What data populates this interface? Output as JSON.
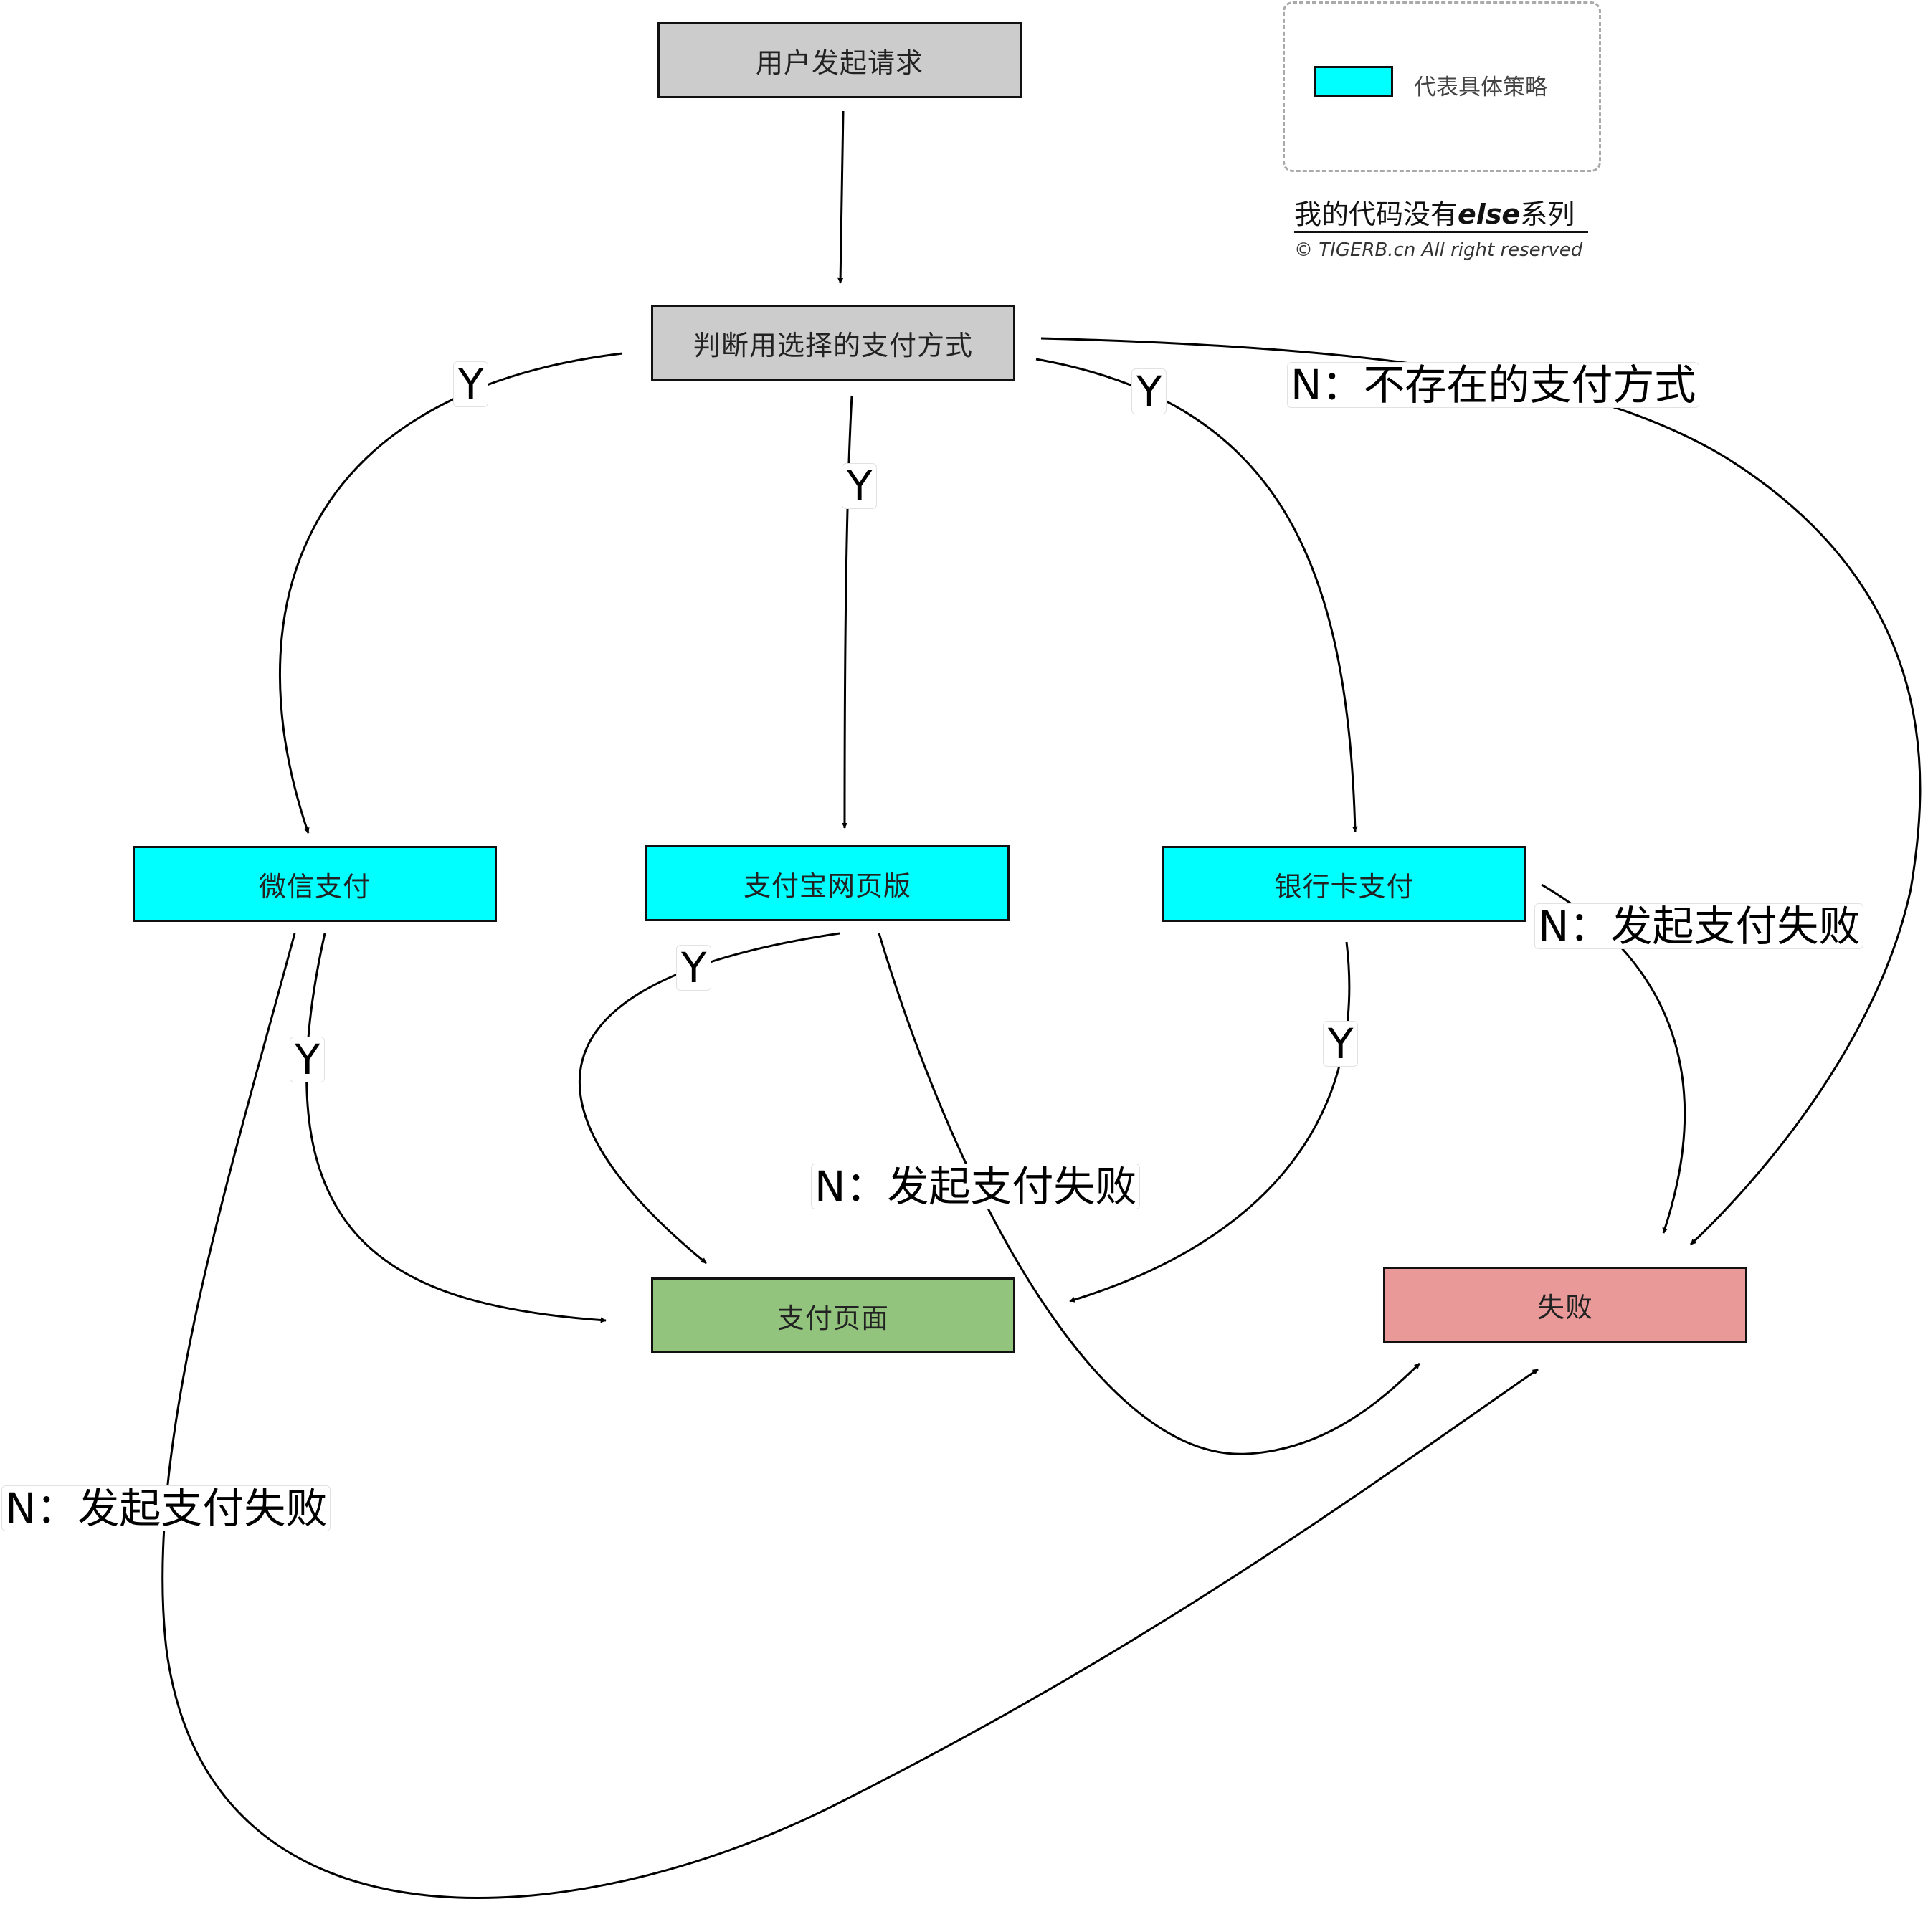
{
  "colors": {
    "process": "#cccccc",
    "strategy": "#00ffff",
    "success": "#93c47d",
    "failure": "#ea9999",
    "edge": "#000000"
  },
  "nodes": {
    "start": "用户发起请求",
    "decision": "判断用选择的支付方式",
    "wechat": "微信支付",
    "alipay": "支付宝网页版",
    "bankcard": "银行卡支付",
    "pay_page": "支付页面",
    "fail": "失败"
  },
  "edge_labels": {
    "to_wechat": "Y",
    "to_alipay": "Y",
    "to_bankcard": "Y",
    "unsupported": "N：不存在的支付方式",
    "wechat_ok": "Y",
    "wechat_fail": "N：发起支付失败",
    "alipay_ok": "Y",
    "alipay_fail": "N：发起支付失败",
    "bankcard_ok": "Y",
    "bankcard_fail": "N：发起支付失败"
  },
  "legend": {
    "text": "代表具体策略"
  },
  "brand": {
    "prefix": "我的代码没有",
    "emphasis": "else",
    "suffix": "系列",
    "copyright": "© TIGERB.cn All right reserved"
  }
}
